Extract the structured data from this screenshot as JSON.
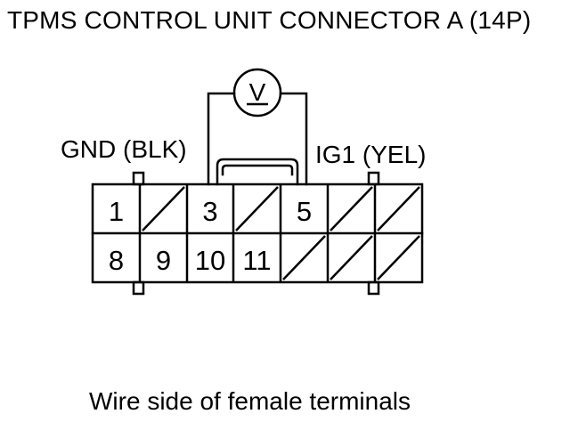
{
  "title": "TPMS CONTROL UNIT CONNECTOR A (14P)",
  "labels": {
    "gnd": "GND (BLK)",
    "ig1": "IG1 (YEL)"
  },
  "caption": "Wire side of female terminals",
  "voltmeter": {
    "symbol": "V"
  },
  "connector": {
    "top_row": [
      "1",
      "",
      "3",
      "",
      "5",
      "",
      ""
    ],
    "bottom_row": [
      "8",
      "9",
      "10",
      "11",
      "",
      "",
      ""
    ],
    "empty_cells_marked": "diagonal-slash"
  },
  "probes": {
    "positive_terminal": "5",
    "negative_terminal": "3"
  },
  "colors": {
    "ink": "#000000",
    "background": "#ffffff"
  }
}
